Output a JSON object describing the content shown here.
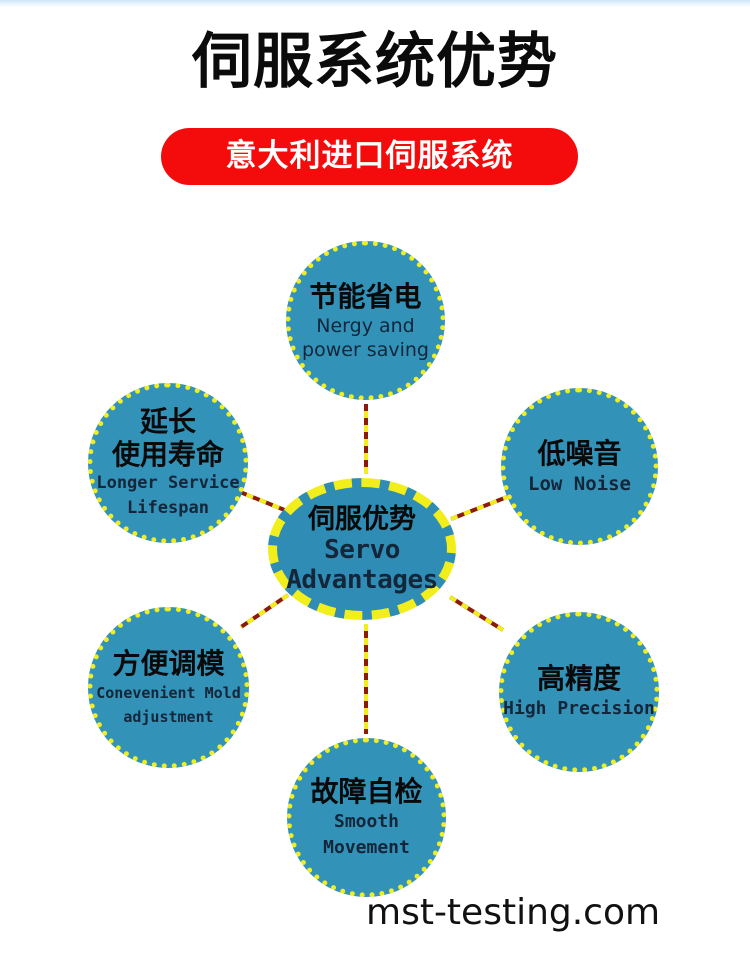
{
  "header": {
    "title": "伺服系统优势",
    "badge_label": "意大利进口伺服系统",
    "badge_color": "#f40c0c"
  },
  "diagram": {
    "type": "radial-hub-and-spoke",
    "hub": {
      "id": "servo-advantages",
      "title_cn": "伺服优势",
      "sub_en_line1": "Servo",
      "sub_en_line2": "Advantages",
      "fill_color": "#2f8cb4",
      "border_color": "#f2ee1c"
    },
    "connector": {
      "line_color": "#8b1a0a",
      "dash_color": "#f2ee1c"
    },
    "nodes": [
      {
        "id": "energy-saving",
        "position": "top",
        "title_cn": "节能省电",
        "sub_en_line1": "Nergy and",
        "sub_en_line2": "power saving",
        "fill_color": "#3292b8",
        "border_color": "#eeee22"
      },
      {
        "id": "longer-service-lifespan",
        "position": "upper-left",
        "title_cn_line1": "延长",
        "title_cn_line2": "使用寿命",
        "sub_en_line1": "Longer Service",
        "sub_en_line2": "Lifespan",
        "fill_color": "#3292b8",
        "border_color": "#eeee22"
      },
      {
        "id": "low-noise",
        "position": "upper-right",
        "title_cn": "低噪音",
        "sub_en_line1": "Low Noise",
        "sub_en_line2": "",
        "fill_color": "#3292b8",
        "border_color": "#eeee22"
      },
      {
        "id": "convenient-mold-adjustment",
        "position": "lower-left",
        "title_cn": "方便调模",
        "sub_en_line1": "Conevenient Mold",
        "sub_en_line2": "adjustment",
        "fill_color": "#3292b8",
        "border_color": "#eeee22"
      },
      {
        "id": "high-precision",
        "position": "lower-right",
        "title_cn": "高精度",
        "sub_en_line1": "High Precision",
        "sub_en_line2": "",
        "fill_color": "#3292b8",
        "border_color": "#eeee22"
      },
      {
        "id": "fault-self-check",
        "position": "bottom",
        "title_cn": "故障自检",
        "sub_en_line1": "Smooth",
        "sub_en_line2": "Movement",
        "fill_color": "#3292b8",
        "border_color": "#eeee22"
      }
    ]
  },
  "watermark": {
    "text": "mst-testing.com"
  }
}
